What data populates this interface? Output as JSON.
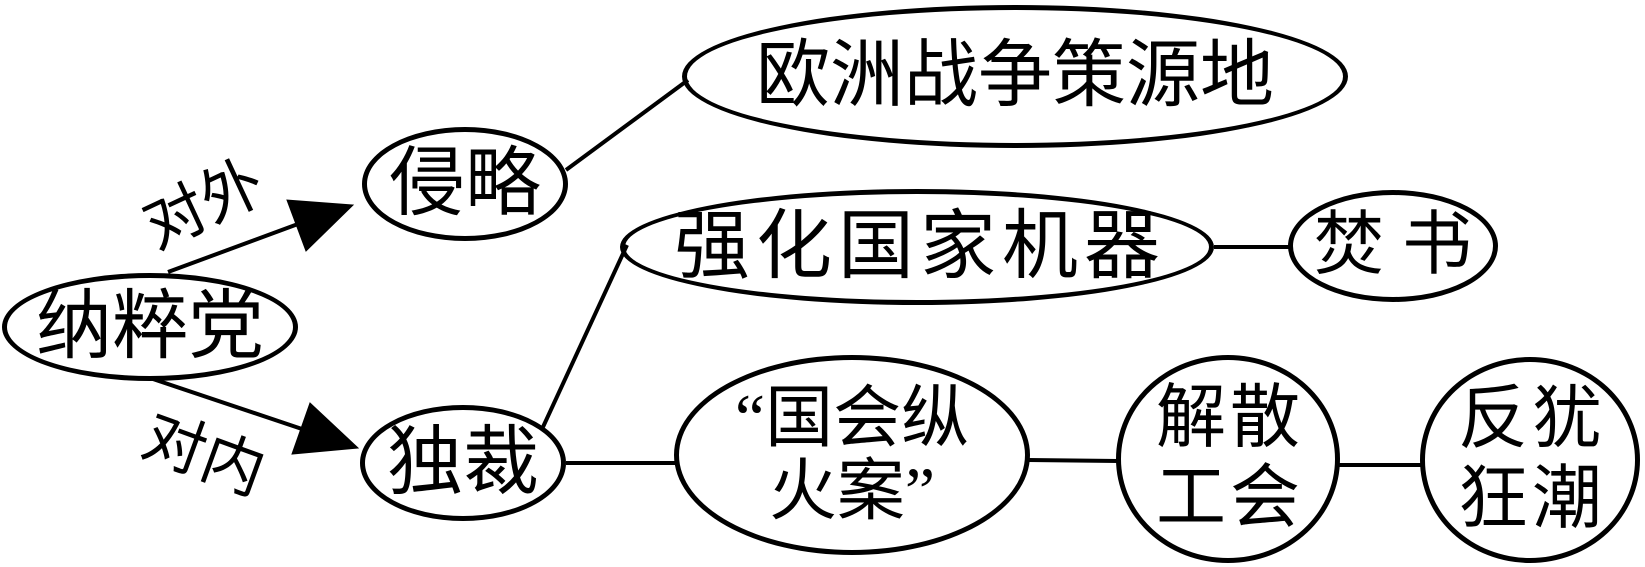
{
  "diagram": {
    "colors": {
      "stroke": "#000000",
      "text": "#000000",
      "background": "#ffffff"
    },
    "root": {
      "label": "纳粹党"
    },
    "edge_labels": {
      "external": "对外",
      "internal": "对内"
    },
    "nodes": {
      "nazi_party": "纳粹党",
      "aggression": "侵略",
      "europe_war_source": "欧洲战争策源地",
      "strengthen_state": "强化国家机器",
      "burn_books": "焚书",
      "dictatorship": "独裁",
      "reichstag_fire": {
        "line1": "“国会纵",
        "line2": "火案”"
      },
      "dissolve_unions": {
        "line1": "解散",
        "line2": "工会"
      },
      "anti_jewish": {
        "line1": "反犹",
        "line2": "狂潮"
      }
    },
    "edges": [
      {
        "from": "纳粹党",
        "to": "侵略",
        "label": "对外",
        "arrow": true
      },
      {
        "from": "纳粹党",
        "to": "独裁",
        "label": "对内",
        "arrow": true
      },
      {
        "from": "侵略",
        "to": "欧洲战争策源地",
        "arrow": false
      },
      {
        "from": "独裁",
        "to": "强化国家机器",
        "arrow": false
      },
      {
        "from": "强化国家机器",
        "to": "焚书",
        "arrow": false
      },
      {
        "from": "独裁",
        "to": "“国会纵火案”",
        "arrow": false
      },
      {
        "from": "“国会纵火案”",
        "to": "解散工会",
        "arrow": false
      },
      {
        "from": "解散工会",
        "to": "反犹狂潮",
        "arrow": false
      }
    ]
  }
}
